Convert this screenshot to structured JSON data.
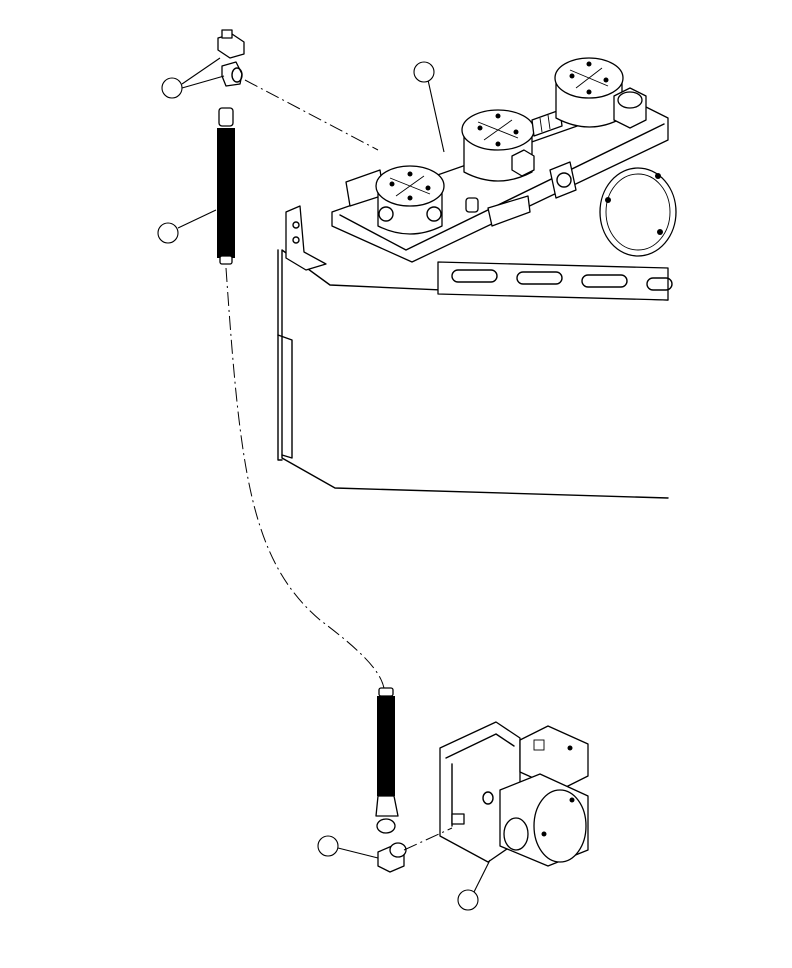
{
  "diagram": {
    "labels": [],
    "callouts": [
      {
        "id": "fittings-upper"
      },
      {
        "id": "assembly-top"
      },
      {
        "id": "hose-upper"
      },
      {
        "id": "elbow-lower"
      },
      {
        "id": "pump"
      }
    ],
    "colors": {
      "line": "#000000",
      "background": "#ffffff"
    }
  }
}
